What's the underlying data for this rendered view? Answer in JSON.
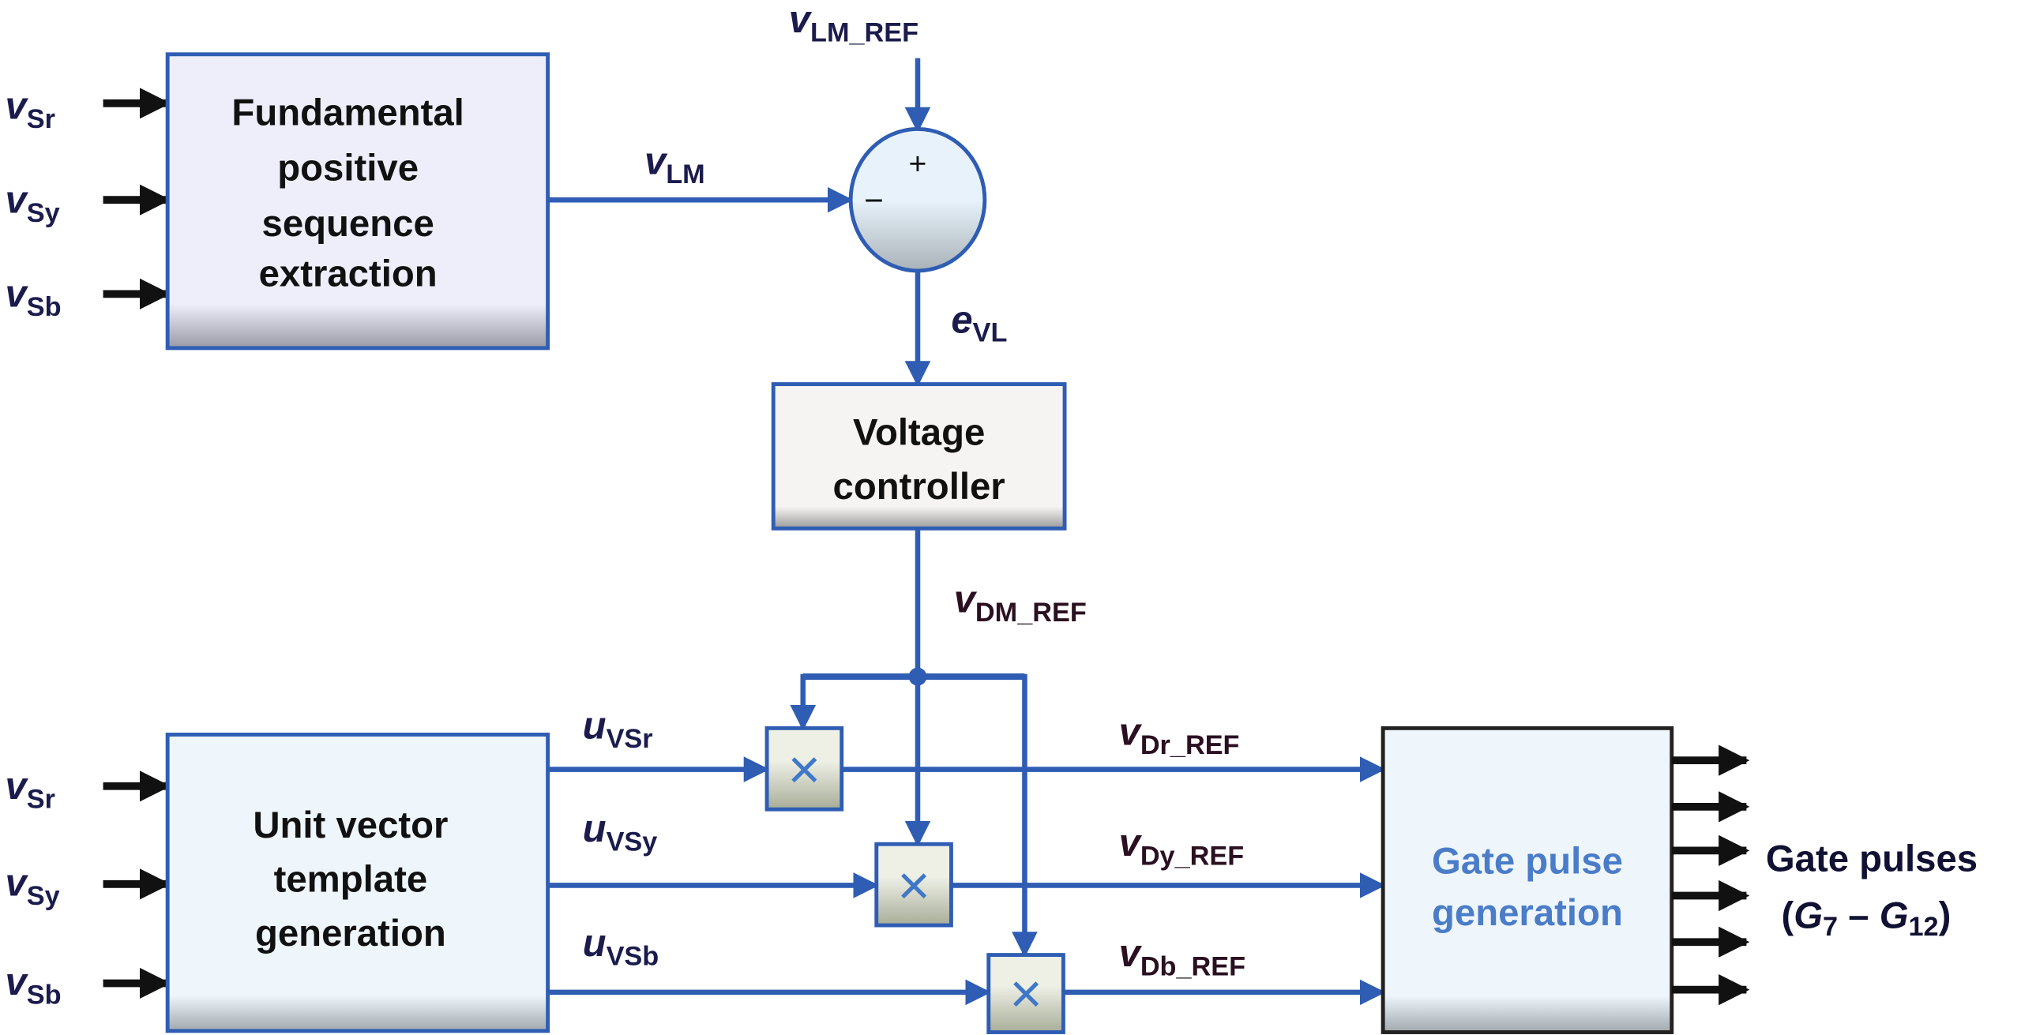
{
  "colors": {
    "line": "#2e5db3",
    "input_arrow": "#111111",
    "label": "#1b1b4d",
    "ref_label": "#2a1020",
    "gate_text": "#4a7cc8"
  },
  "blocks": {
    "fpse": [
      "Fundamental",
      "positive",
      "sequence",
      "extraction"
    ],
    "voltage_controller": [
      "Voltage",
      "controller"
    ],
    "uvt": [
      "Unit vector",
      "template",
      "generation"
    ],
    "gate": [
      "Gate pulse",
      "generation"
    ]
  },
  "summer": {
    "plus": "+",
    "minus": "−"
  },
  "multiplier_symbol": "×",
  "labels": {
    "top_inputs": [
      {
        "main": "v",
        "sub": "Sr"
      },
      {
        "main": "v",
        "sub": "Sy"
      },
      {
        "main": "v",
        "sub": "Sb"
      }
    ],
    "bottom_inputs": [
      {
        "main": "v",
        "sub": "Sr"
      },
      {
        "main": "v",
        "sub": "Sy"
      },
      {
        "main": "v",
        "sub": "Sb"
      }
    ],
    "vlm": {
      "main": "v",
      "sub": "LM"
    },
    "vlm_ref": {
      "main": "v",
      "sub": "LM_REF"
    },
    "evl": {
      "main": "e",
      "sub": "VL"
    },
    "vdm_ref": {
      "main": "v",
      "sub": "DM_REF"
    },
    "unit_vectors": [
      {
        "main": "u",
        "sub": "VSr"
      },
      {
        "main": "u",
        "sub": "VSy"
      },
      {
        "main": "u",
        "sub": "VSb"
      }
    ],
    "refs": [
      {
        "main": "v",
        "sub": "Dr_REF"
      },
      {
        "main": "v",
        "sub": "Dy_REF"
      },
      {
        "main": "v",
        "sub": "Db_REF"
      }
    ],
    "gate_pulses": {
      "line1": "Gate pulses",
      "open": "(",
      "g1": "G",
      "g1sub": "7",
      "dash": " – ",
      "g2": "G",
      "g2sub": "12",
      "close": ")"
    }
  }
}
